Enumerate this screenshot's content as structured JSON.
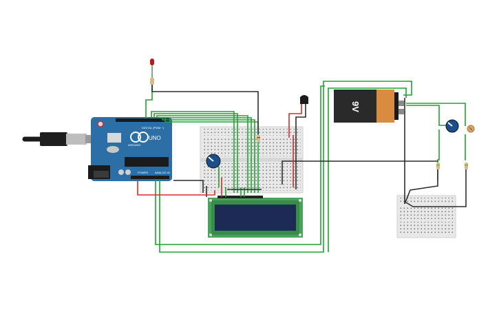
{
  "arduino": {
    "logo_text": "UNO",
    "brand_text": "ARDUINO",
    "digital_label": "DIGITAL (PWM ~)",
    "power_label": "POWER",
    "analog_label": "ANALOG IN"
  },
  "battery": {
    "label": "9V"
  },
  "colors": {
    "wire_green": "#1fa12f",
    "wire_black": "#2b2b2b",
    "wire_red": "#d62b2b",
    "arduino_blue": "#2b6fa6",
    "lcd_green": "#4aa35a",
    "lcd_screen": "#1d2a55",
    "battery_body": "#2a2a2a",
    "battery_copper": "#d98c3f",
    "breadboard": "#e8e8e8",
    "pot_blue": "#1a4f8c"
  },
  "icons": [
    "usb-cable-icon",
    "led-icon",
    "potentiometer-icon",
    "photoresistor-icon",
    "temperature-sensor-icon"
  ]
}
